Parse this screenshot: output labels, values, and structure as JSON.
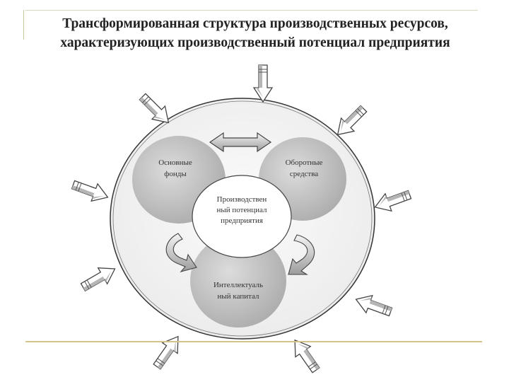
{
  "title": {
    "line1": "Трансформированная структура производственных ресурсов,",
    "line2": "характеризующих производственный потенциал предприятия"
  },
  "diagram": {
    "top_left": {
      "line1": "Основные",
      "line2": "фонды"
    },
    "top_right": {
      "line1": "Оборотные",
      "line2": "средства"
    },
    "center": {
      "line1": "Производствен",
      "line2": "ный потенциал",
      "line3": "предприятия"
    },
    "bottom": {
      "line1": "Интеллектуаль",
      "line2": "ный капитал"
    }
  }
}
